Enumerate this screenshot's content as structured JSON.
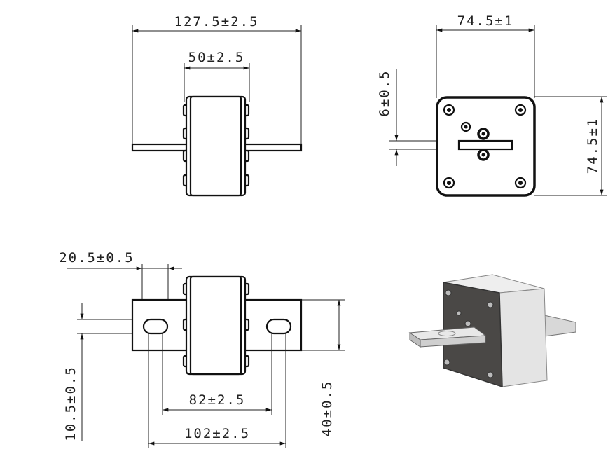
{
  "drawing": {
    "front_view": {
      "overall_length": "127.5±2.5",
      "body_width": "50±2.5"
    },
    "end_view": {
      "width": "74.5±1",
      "height": "74.5±1",
      "blade_thickness": "6±0.5"
    },
    "top_view": {
      "slot_length": "20.5±0.5",
      "slot_width": "10.5±0.5",
      "blade_width": "40±0.5",
      "slot_center_inner": "82±2.5",
      "slot_center_outer": "102±2.5"
    }
  },
  "colors": {
    "line": "#111111",
    "face_dark": "#4a4846",
    "body_light": "#e6e6e6"
  }
}
